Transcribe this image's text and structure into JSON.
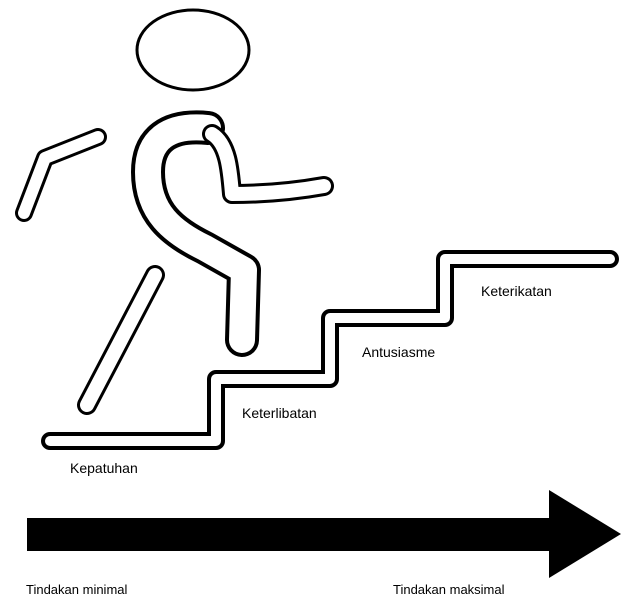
{
  "stairs": {
    "steps": [
      {
        "label": "Kepatuhan"
      },
      {
        "label": "Keterlibatan"
      },
      {
        "label": "Antusiasme"
      },
      {
        "label": "Keterikatan"
      }
    ]
  },
  "arrow": {
    "left_label": "Tindakan minimal",
    "right_label": "Tindakan maksimal"
  }
}
